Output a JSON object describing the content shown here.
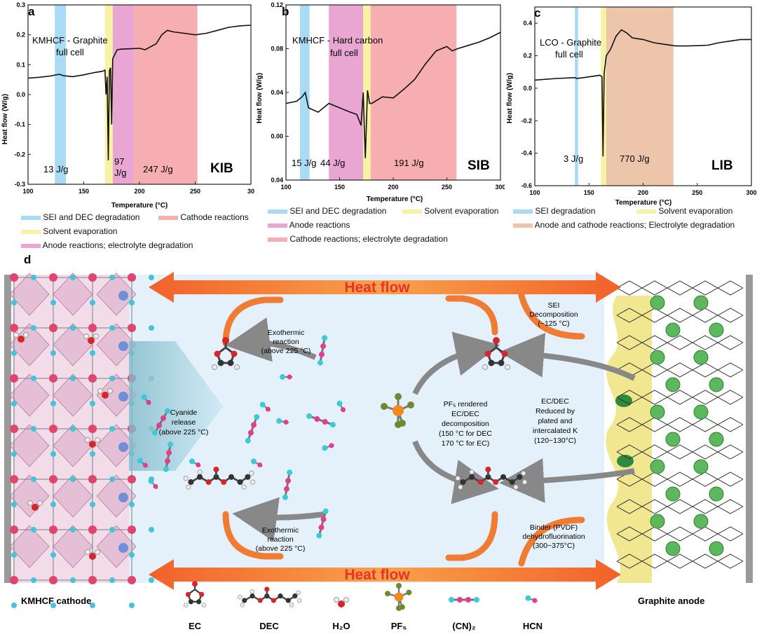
{
  "colors": {
    "sei_blue": "#a9dcf4",
    "solvent_yellow": "#f8f2a4",
    "anode_pink": "#e9a6d2",
    "cathode_red": "#f6aeb0",
    "combined_tan": "#ecc5ab",
    "heat_orange": "#f26a2a",
    "heat_text": "#e8322b",
    "background_blue": "#e4f1fa",
    "binder_yellow": "#efe37c"
  },
  "panels": {
    "a": {
      "letter": "a",
      "title_l1": "KMHCF - Graphite",
      "title_l2": "full cell",
      "cell": "KIB",
      "energies": [
        "13 J/g",
        "97",
        "J/g",
        "247 J/g"
      ]
    },
    "b": {
      "letter": "b",
      "title_l1": "KMHCF - Hard carbon",
      "title_l2": "full cell",
      "cell": "SIB",
      "energies": [
        "15 J/g",
        "44 J/g",
        "191 J/g"
      ]
    },
    "c": {
      "letter": "c",
      "title_l1": "LCO - Graphite",
      "title_l2": "full cell",
      "cell": "LIB",
      "energies": [
        "3 J/g",
        "770 J/g"
      ]
    }
  },
  "legends": {
    "a": [
      "SEI and DEC degradation",
      "Cathode reactions",
      "Solvent evaporation",
      "Anode reactions; electrolyte degradation"
    ],
    "b": [
      "SEI and DEC degradation",
      "Solvent evaporation",
      "Anode reactions",
      "Cathode reactions; electrolyte degradation"
    ],
    "c": [
      "SEI degradation",
      "Solvent evaporation",
      "Anode and cathode reactions; Electrolyte degradation"
    ]
  },
  "chart_data": [
    {
      "type": "line",
      "panel": "a",
      "xlabel": "Temperature (°C)",
      "ylabel": "Heat flow (W/g)",
      "xlim": [
        100,
        300
      ],
      "ylim": [
        -0.3,
        0.3
      ],
      "xtick_labels": [
        "100",
        "150",
        "200",
        "250",
        "30"
      ],
      "ytick_labels": [
        "0.3",
        "0.2",
        "0.1",
        "0.0",
        "-0.1",
        "-0.2",
        "-0.3"
      ],
      "x": [
        100,
        110,
        120,
        128,
        132,
        140,
        150,
        160,
        167,
        169,
        170,
        171,
        172,
        173,
        174,
        175,
        176,
        178,
        180,
        184,
        190,
        200,
        205,
        210,
        215,
        220,
        225,
        230,
        240,
        250,
        260,
        270,
        280,
        290,
        300
      ],
      "y": [
        0.055,
        0.058,
        0.062,
        0.068,
        0.063,
        0.06,
        0.066,
        0.074,
        0.078,
        0.082,
        0.0,
        0.06,
        -0.22,
        0.08,
        0.09,
        -0.1,
        0.12,
        0.135,
        0.15,
        0.152,
        0.153,
        0.155,
        0.15,
        0.16,
        0.17,
        0.2,
        0.215,
        0.21,
        0.205,
        0.2,
        0.205,
        0.215,
        0.225,
        0.23,
        0.232
      ],
      "regions": [
        {
          "x": [
            124,
            134
          ],
          "label": "13 J/g"
        },
        {
          "x": [
            169,
            176
          ],
          "label": "solvent"
        },
        {
          "x": [
            176,
            195
          ],
          "label": "97 J/g"
        },
        {
          "x": [
            195,
            252
          ],
          "label": "247 J/g"
        }
      ]
    },
    {
      "type": "line",
      "panel": "b",
      "xlabel": "Temperature (°C)",
      "ylabel": "Heat flow (W/g)",
      "xlim": [
        100,
        300
      ],
      "ylim": [
        -0.04,
        0.12
      ],
      "xtick_labels": [
        "100",
        "150",
        "200",
        "250",
        "300"
      ],
      "ytick_labels": [
        "0.12",
        "0.08",
        "0.04",
        "0.00",
        "0.04"
      ],
      "x": [
        100,
        110,
        115,
        118,
        121,
        130,
        140,
        150,
        160,
        166,
        170,
        172,
        174,
        176,
        178,
        180,
        190,
        200,
        210,
        220,
        230,
        240,
        250,
        255,
        260,
        270,
        280,
        290,
        300
      ],
      "y": [
        0.03,
        0.032,
        0.036,
        0.04,
        0.026,
        0.022,
        0.03,
        0.026,
        0.022,
        0.02,
        0.01,
        0.04,
        -0.02,
        0.042,
        0.03,
        0.03,
        0.036,
        0.035,
        0.043,
        0.052,
        0.066,
        0.078,
        0.082,
        0.078,
        0.08,
        0.083,
        0.086,
        0.09,
        0.095
      ],
      "regions": [
        {
          "x": [
            113,
            122
          ],
          "label": "15 J/g"
        },
        {
          "x": [
            140,
            172
          ],
          "label": "44 J/g"
        },
        {
          "x": [
            172,
            179
          ],
          "label": "solvent"
        },
        {
          "x": [
            179,
            259
          ],
          "label": "191 J/g"
        }
      ]
    },
    {
      "type": "line",
      "panel": "c",
      "xlabel": "Temperature (°C)",
      "ylabel": "Heat flow (W/g)",
      "xlim": [
        100,
        300
      ],
      "ylim": [
        -0.6,
        0.5
      ],
      "xtick_labels": [
        "100",
        "150",
        "200",
        "250",
        "300"
      ],
      "ytick_labels": [
        "0.4",
        "0.2",
        "0.0",
        "-0.2",
        "-0.4",
        "-0.6"
      ],
      "x": [
        100,
        120,
        137,
        139,
        150,
        160,
        162,
        163,
        164,
        166,
        170,
        175,
        180,
        185,
        190,
        200,
        210,
        220,
        230,
        240,
        250,
        260,
        270,
        280,
        290,
        300
      ],
      "y": [
        0.05,
        0.06,
        0.065,
        0.06,
        0.07,
        0.08,
        0.07,
        -0.42,
        0.09,
        0.2,
        0.24,
        0.32,
        0.36,
        0.34,
        0.31,
        0.3,
        0.28,
        0.27,
        0.26,
        0.26,
        0.262,
        0.265,
        0.28,
        0.29,
        0.3,
        0.3
      ],
      "regions": [
        {
          "x": [
            137,
            140
          ],
          "label": "3 J/g"
        },
        {
          "x": [
            161,
            166
          ],
          "label": "solvent"
        },
        {
          "x": [
            166,
            228
          ],
          "label": "770 J/g"
        }
      ]
    }
  ],
  "diagram": {
    "letter": "d",
    "heat_flow": "Heat flow",
    "exo_top_l1": "Exothermic",
    "exo_top_l2": "reaction",
    "exo_top_l3": "(above 225 °C)",
    "exo_bot_l1": "Exothermic",
    "exo_bot_l2": "reaction",
    "exo_bot_l3": "(above 225 °C)",
    "cyanide_l1": "Cyanide",
    "cyanide_l2": "release",
    "cyanide_l3": "(above 225 °C)",
    "pf5_l1": "PF₅ rendered",
    "pf5_l2": "EC/DEC",
    "pf5_l3": "decomposition",
    "pf5_l4": "(150 °C for DEC",
    "pf5_l5": "170 °C for EC)",
    "sei_l1": "SEI",
    "sei_l2": "Decomposition",
    "sei_l3": "(~125 °C)",
    "ecdec_l1": "EC/DEC",
    "ecdec_l2": "Reduced by",
    "ecdec_l3": "plated and",
    "ecdec_l4": "intercalated K",
    "ecdec_l5": "(120~130°C)",
    "binder_l1": "Binder (PVDF)",
    "binder_l2": "dehydrofluorination",
    "binder_l3": "(300~375°C)",
    "cathode_label": "KMHCF cathode",
    "anode_label": "Graphite anode",
    "molecules": [
      "EC",
      "DEC",
      "H₂O",
      "PF₅",
      "(CN)₂",
      "HCN"
    ]
  }
}
